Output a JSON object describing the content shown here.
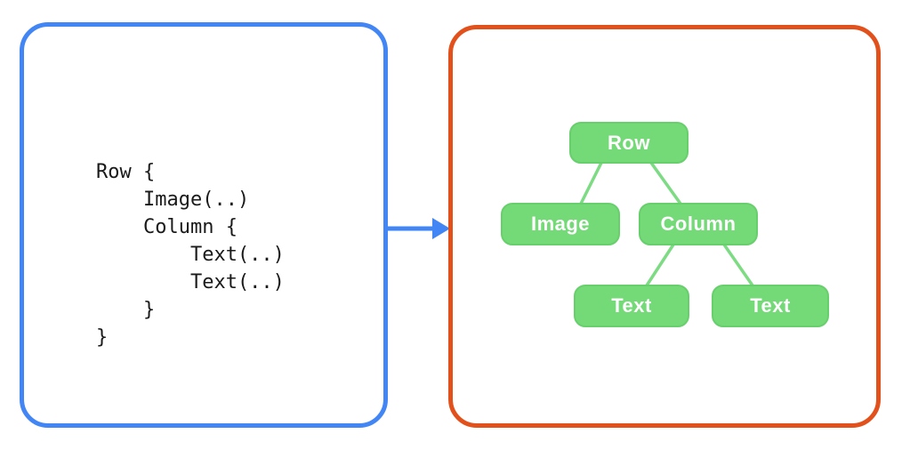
{
  "colors": {
    "accent_blue": "#4285F4",
    "accent_orange": "#E2511C",
    "node_green": "#74D977",
    "node_border_green": "#68CF6D",
    "connector_green": "#7DDC83",
    "code_text": "#1A1A1A",
    "node_text": "#FFFFFF"
  },
  "left_panel": {
    "type": "code-snippet",
    "code_lines": [
      "Row {",
      "    Image(..)",
      "    Column {",
      "        Text(..)",
      "        Text(..)",
      "    }",
      "}"
    ]
  },
  "arrow": {
    "direction": "right",
    "meaning": "code-transforms-into-ui-tree"
  },
  "right_panel": {
    "type": "ui-tree-diagram",
    "nodes": [
      {
        "id": "row",
        "label": "Row"
      },
      {
        "id": "image",
        "label": "Image"
      },
      {
        "id": "column",
        "label": "Column"
      },
      {
        "id": "text1",
        "label": "Text"
      },
      {
        "id": "text2",
        "label": "Text"
      }
    ],
    "edges": [
      {
        "from": "row",
        "to": "image"
      },
      {
        "from": "row",
        "to": "column"
      },
      {
        "from": "column",
        "to": "text1"
      },
      {
        "from": "column",
        "to": "text2"
      }
    ]
  }
}
